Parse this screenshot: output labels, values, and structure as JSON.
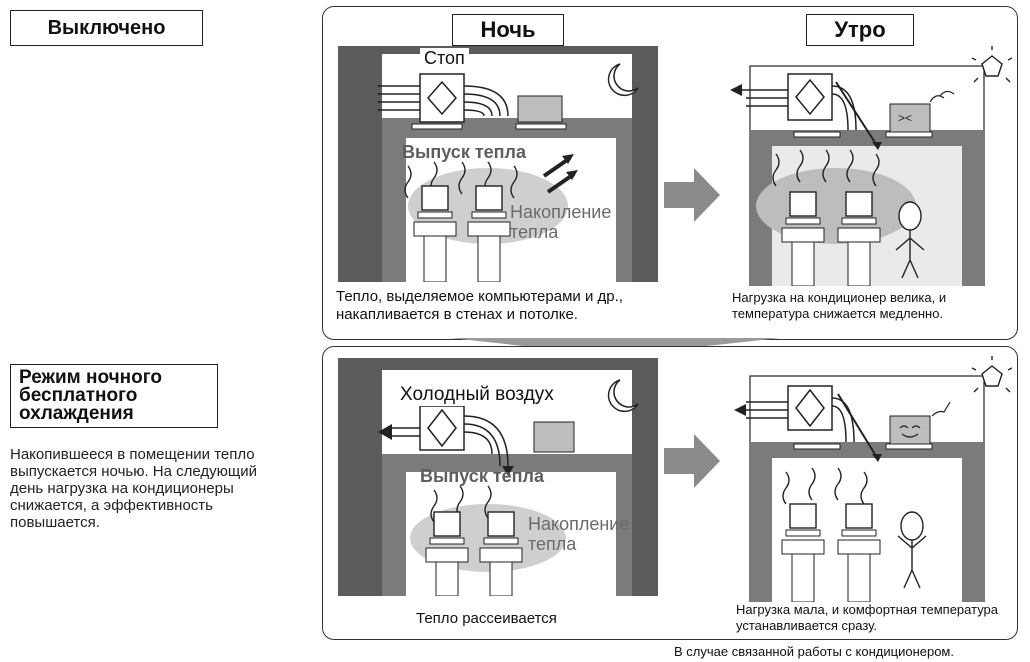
{
  "off_mode": {
    "label": "Выключено"
  },
  "night_mode": {
    "label": "Режим ночного бесплатного охлаждения",
    "description": "Накопившееся в помещении тепло выпускается ночью. На следующий день нагрузка на кондиционеры снижается, а эффективность повышается."
  },
  "columns": {
    "night": "Ночь",
    "morning": "Утро"
  },
  "top_panel": {
    "stop_label": "Стоп",
    "heat_release": "Выпуск тепла",
    "heat_accumulation": "Накопление тепла",
    "night_caption": "Тепло, выделяемое компьютерами и др., накапливается в стенах и потолке.",
    "morning_caption": "Нагрузка на кондиционер велика, и температура снижается медленно."
  },
  "bottom_panel": {
    "cold_air_label": "Холодный воздух",
    "heat_release": "Выпуск тепла",
    "heat_accumulation": "Накопление тепла",
    "night_caption": "Тепло рассеивается",
    "morning_caption": "Нагрузка мала, и комфортная температура устанавливается сразу."
  },
  "footnote": "В случае связанной работы с кондиционером.",
  "colors": {
    "wall": "#7b7b7b",
    "building_dark": "#5b5b5b",
    "haze": "#c8c8c8",
    "arrow": "#8a8a8a"
  }
}
